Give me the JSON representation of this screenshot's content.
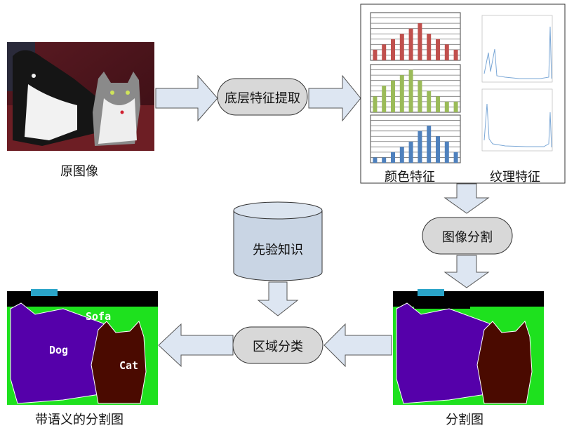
{
  "labels": {
    "original": "原图像",
    "feature_extraction": "底层特征提取",
    "color_feature": "颜色特征",
    "texture_feature": "纹理特征",
    "segmentation": "图像分割",
    "prior_knowledge": "先验知识",
    "region_classification": "区域分类",
    "semantic_map": "带语义的分割图",
    "segment_map": "分割图"
  },
  "semantic_classes": {
    "sofa": "Sofa",
    "dog": "Dog",
    "cat": "Cat"
  },
  "colors": {
    "node_fill": "#d8d8d8",
    "arrow_fill": "#dde6f2",
    "cylinder_fill": "#c9d5e4",
    "hist_red": "#c0504d",
    "hist_green": "#9bbb59",
    "hist_blue": "#4f81bd",
    "seg_sofa": "#1ee11e",
    "seg_dog": "#5500aa",
    "seg_cat": "#4a0a00"
  },
  "histograms": {
    "red": [
      2,
      3,
      4,
      5,
      6,
      7,
      5,
      4,
      3,
      2
    ],
    "green": [
      3,
      5,
      6,
      7,
      8,
      6,
      4,
      3,
      2,
      2
    ],
    "blue": [
      1,
      1,
      2,
      3,
      4,
      6,
      7,
      5,
      4,
      2
    ]
  }
}
